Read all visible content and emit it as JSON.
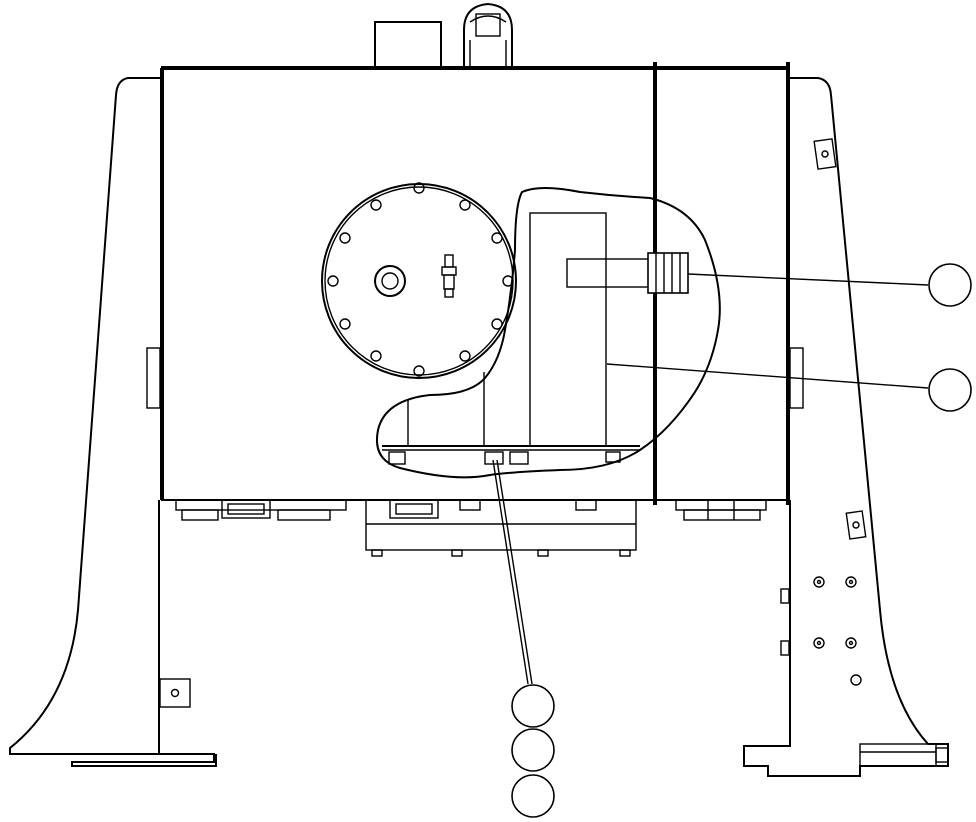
{
  "drawing": {
    "colors": {
      "line": "#000000",
      "background": "#ffffff"
    },
    "callouts": [
      {
        "id": "callout-1",
        "label": ""
      },
      {
        "id": "callout-2",
        "label": ""
      },
      {
        "id": "callout-3",
        "label": ""
      },
      {
        "id": "callout-4",
        "label": ""
      },
      {
        "id": "callout-5",
        "label": ""
      }
    ]
  }
}
